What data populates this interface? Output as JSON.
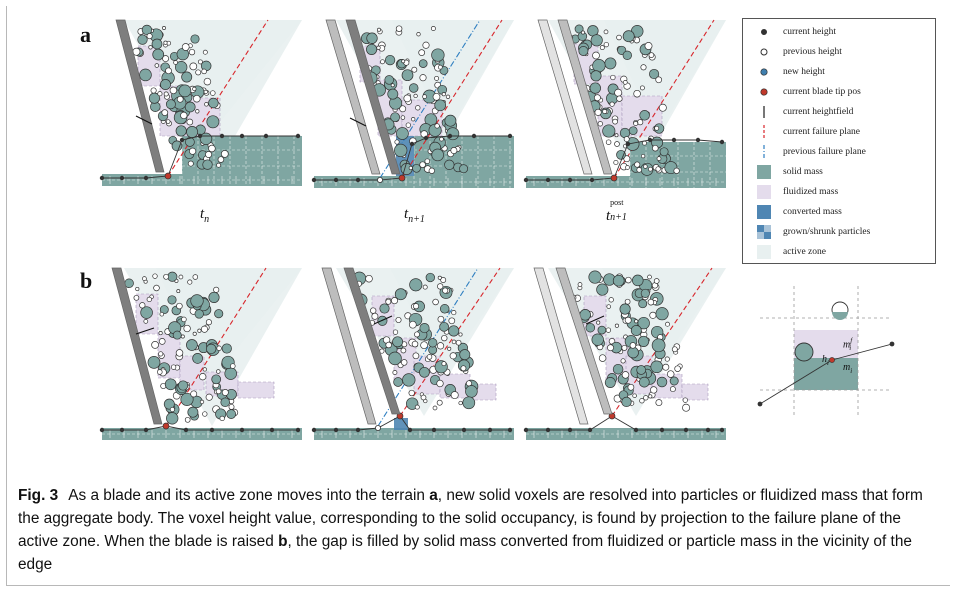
{
  "panels": {
    "a_label": "a",
    "b_label": "b"
  },
  "time_labels": {
    "t_n": {
      "base": "t",
      "sub": "n"
    },
    "t_n1": {
      "base": "t",
      "sub": "n+1"
    },
    "t_post": {
      "base": "t",
      "sup": "post",
      "sub": "n+1"
    }
  },
  "legend": {
    "items": [
      {
        "icon": "dark-dot-icon",
        "label": "current height"
      },
      {
        "icon": "hollow-dot-icon",
        "label": "previous height"
      },
      {
        "icon": "blue-dot-icon",
        "label": "new height"
      },
      {
        "icon": "red-dot-icon",
        "label": "current blade tip pos"
      },
      {
        "icon": "vertical-bar-icon",
        "label": "current heightfield"
      },
      {
        "icon": "red-dashed-line-icon",
        "label": "current failure plane"
      },
      {
        "icon": "blue-dashdot-line-icon",
        "label": "previous failure plane"
      },
      {
        "icon": "teal-square-icon",
        "label": "solid mass"
      },
      {
        "icon": "lavender-square-icon",
        "label": "fluidized mass"
      },
      {
        "icon": "blue-square-icon",
        "label": "converted mass"
      },
      {
        "icon": "split-square-icon",
        "label": "grown/shrunk particles"
      },
      {
        "icon": "pale-square-icon",
        "label": "active zone"
      }
    ]
  },
  "detail": {
    "label_m_f": "m",
    "label_m_f_sup": "f",
    "label_m_f_sub": "i",
    "label_m_s": "m",
    "label_m_s_sub": "i",
    "label_h": "h",
    "label_h_sub": "i"
  },
  "colors": {
    "solid": "#7fa6a2",
    "fluidized": "#e4dcec",
    "converted": "#4f86b3",
    "active_zone": "#e8f0f0",
    "failure_current": "#d8262b",
    "failure_previous": "#2f7fc1",
    "blade_dark": "#7e7e7e",
    "blade_mid": "#bdbdbd",
    "blade_light": "#e2e2e2",
    "particle": "#7fa6a2"
  },
  "caption": {
    "fig": "Fig. 3",
    "part1": "As a blade and its active zone moves into the terrain ",
    "bold_a": "a",
    "part2": ", new solid voxels are resolved into particles or fluidized mass that form the aggregate body. The voxel height value, corresponding to the solid occupancy, is found by projection to the failure plane of the active zone. When the blade is raised ",
    "bold_b": "b",
    "part3": ", the gap is filled by solid mass converted from fluidized or particle mass in the vicinity of the edge"
  }
}
